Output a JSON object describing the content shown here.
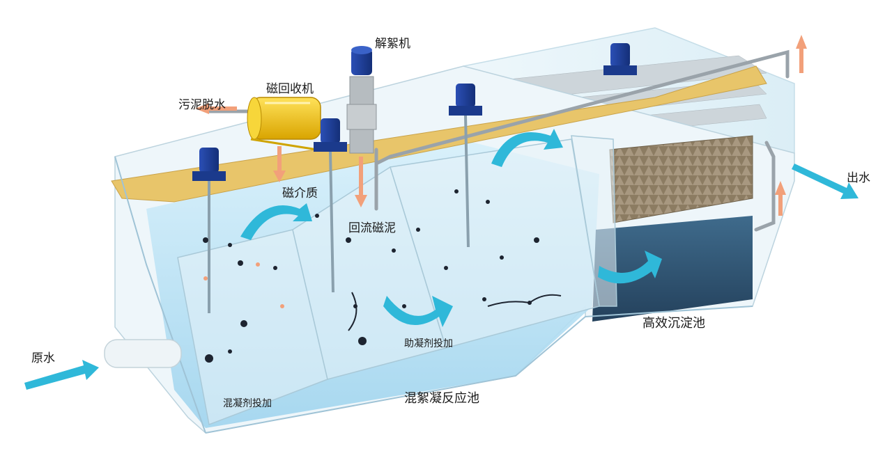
{
  "labels": {
    "deflocculator": "解絮机",
    "magnetic_recovery": "磁回收机",
    "sludge_dewatering": "污泥脱水",
    "magnetic_medium": "磁介质",
    "return_magnetic_sludge": "回流磁泥",
    "outlet": "出水",
    "inlet": "原水",
    "coagulant_dosing": "混凝剂投加",
    "flocculant_aid_dosing": "助凝剂投加",
    "coagulation_tank": "混絮凝反应池",
    "sedimentation_tank": "高效沉淀池"
  },
  "colors": {
    "water": "#bfe4f5",
    "glass_edge": "#9fc3d6",
    "walkway": "#e8c56a",
    "motor": "#1f3f9b",
    "flow_arrow": "#2fb8d9",
    "indicator_arrow": "#f2a07a",
    "recovery_machine": "#f2c21a",
    "sludge": "#2a3f5c"
  },
  "icons": [
    "motor-icon",
    "flow-arrow-icon",
    "indicator-arrow-icon"
  ]
}
